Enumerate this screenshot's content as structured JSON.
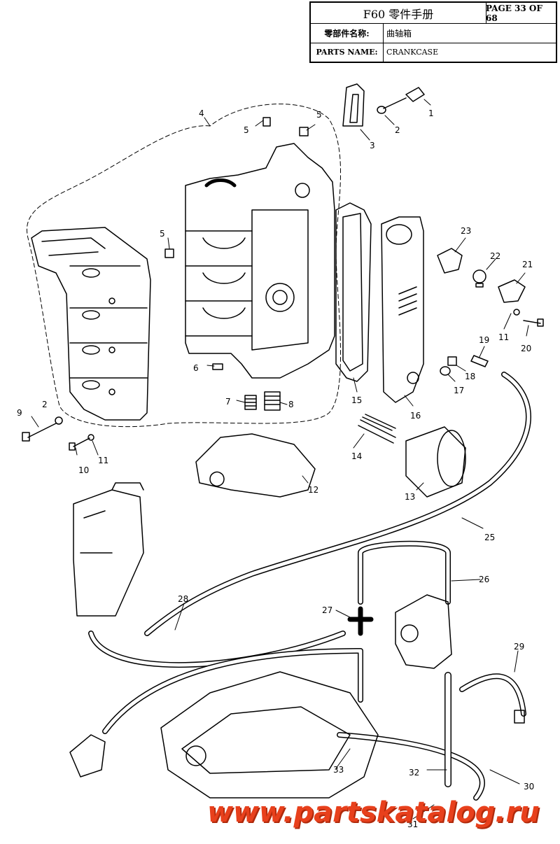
{
  "header": {
    "model": "F60 零件手册",
    "page": "PAGE 33 OF 68",
    "cn_label": "零部件名称:",
    "cn_value": "曲轴箱",
    "en_label": "PARTS NAME:",
    "en_value": "CRANKCASE"
  },
  "callouts": [
    "1",
    "2",
    "3",
    "4",
    "5",
    "5",
    "5",
    "6",
    "7",
    "8",
    "9",
    "2",
    "10",
    "11",
    "12",
    "13",
    "14",
    "15",
    "16",
    "17",
    "18",
    "19",
    "20",
    "11",
    "21",
    "22",
    "23",
    "25",
    "26",
    "27",
    "28",
    "29",
    "30",
    "31",
    "32",
    "33"
  ],
  "watermark": "www.partskatalog.ru"
}
